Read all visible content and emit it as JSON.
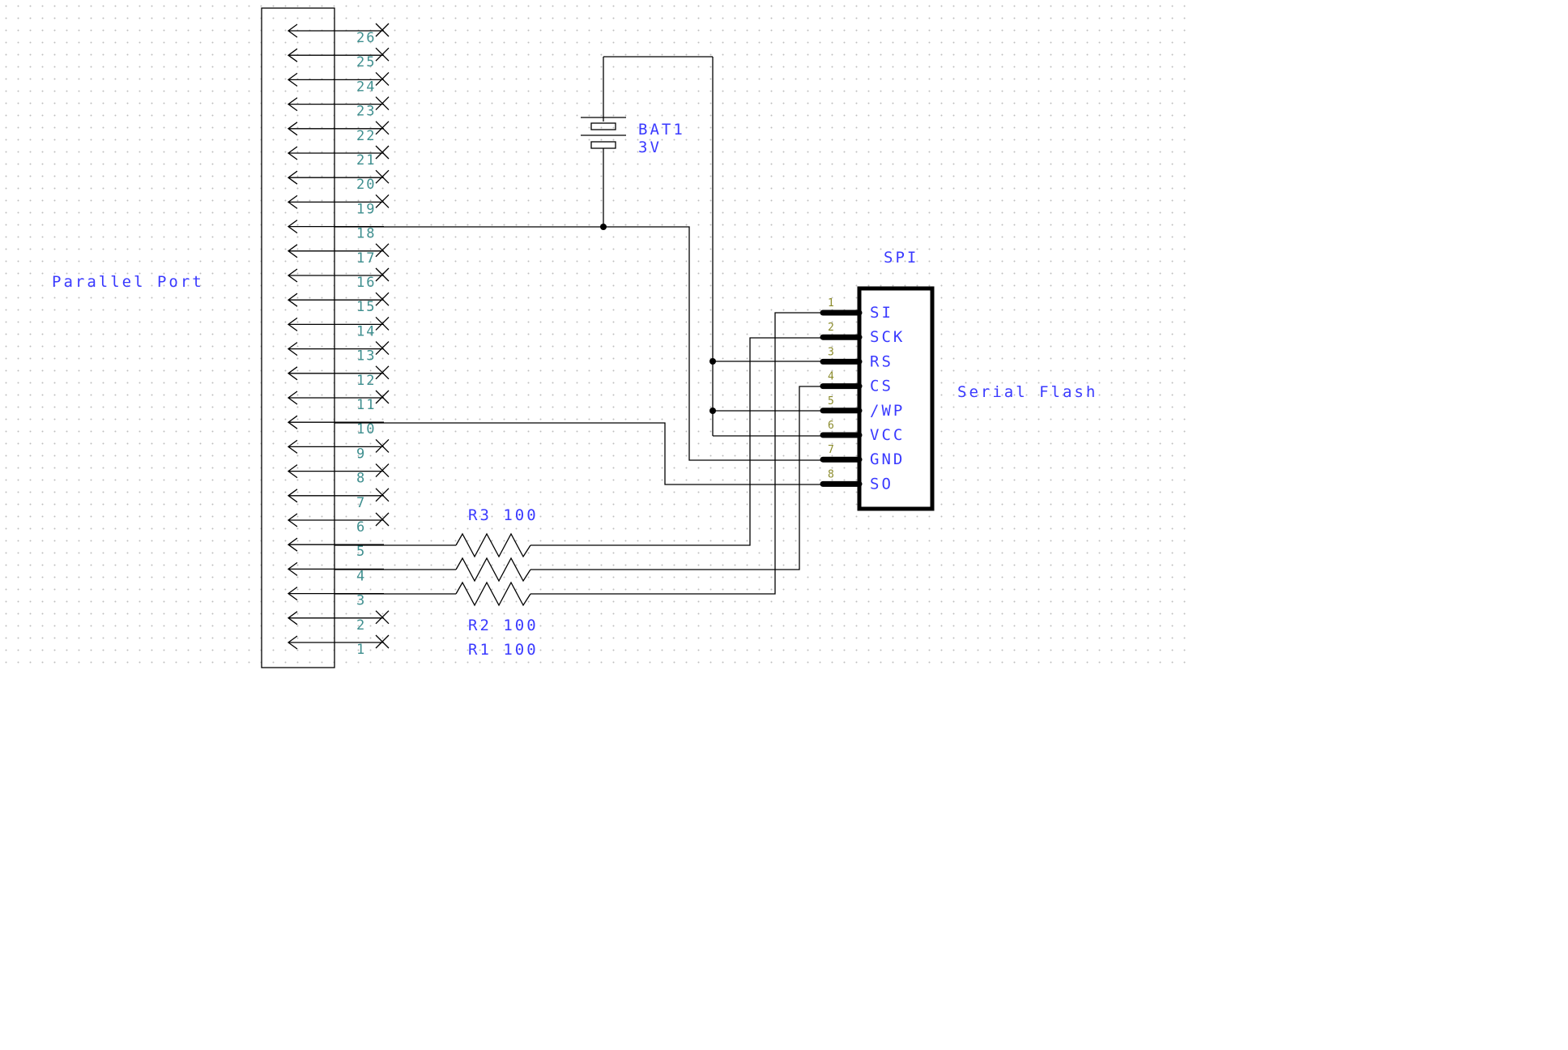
{
  "labels": {
    "parallel_port": "Parallel Port",
    "spi": "SPI",
    "serial_flash": "Serial Flash",
    "battery_ref": "BAT1",
    "battery_value": "3V"
  },
  "parallel_port_pins": [
    "26",
    "25",
    "24",
    "23",
    "22",
    "21",
    "20",
    "19",
    "18",
    "17",
    "16",
    "15",
    "14",
    "13",
    "12",
    "11",
    "10",
    "9",
    "8",
    "7",
    "6",
    "5",
    "4",
    "3",
    "2",
    "1"
  ],
  "connected_pins": [
    "18",
    "10",
    "5",
    "4",
    "3"
  ],
  "resistors": [
    {
      "ref": "R3",
      "value": "100"
    },
    {
      "ref": "R2",
      "value": "100"
    },
    {
      "ref": "R1",
      "value": "100"
    }
  ],
  "chip_pins": [
    {
      "num": "1",
      "name": "SI"
    },
    {
      "num": "2",
      "name": "SCK"
    },
    {
      "num": "3",
      "name": "RS"
    },
    {
      "num": "4",
      "name": "CS"
    },
    {
      "num": "5",
      "name": "/WP"
    },
    {
      "num": "6",
      "name": "VCC"
    },
    {
      "num": "7",
      "name": "GND"
    },
    {
      "num": "8",
      "name": "SO"
    }
  ],
  "colors": {
    "label": "#3a3aff",
    "pin_number": "#3f8f8f",
    "chip_pin_number": "#8a8a2a",
    "wire": "#000000",
    "grid_dot": "#bdbdbd"
  }
}
